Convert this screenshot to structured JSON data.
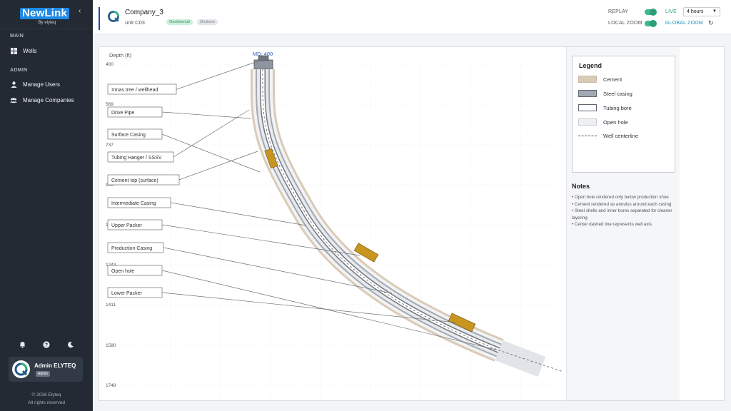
{
  "sidebar": {
    "logo_main": "NewLink",
    "logo_sub": "By elyteq",
    "collapse_icon": "chevron-left-icon",
    "main_label": "MAIN",
    "admin_label": "ADMIN",
    "items": [
      {
        "label": "Wells",
        "icon": "grid-icon"
      },
      {
        "label": "Manage Users",
        "icon": "user-icon"
      },
      {
        "label": "Manage Companies",
        "icon": "users-group-icon"
      }
    ],
    "bottom_icons": [
      "bell-icon",
      "help-icon",
      "moon-icon"
    ],
    "user": {
      "name": "Admin ELYTEQ",
      "role": "Admin"
    },
    "copyright": "© 2026 Elyteq",
    "rights": "All rights reserved"
  },
  "header": {
    "company": "Company_3",
    "unit": "unit C03",
    "tags": [
      "Geothermal",
      "Onshore"
    ],
    "replay_label": "REPLAY",
    "live_label": "LIVE",
    "range_value": "4 hours",
    "local_zoom_label": "LOCAL ZOOM",
    "global_zoom_label": "GLOBAL ZOOM",
    "refresh_icon": "refresh-icon"
  },
  "plot": {
    "depth_label": "Depth (ft)",
    "top_label": "MD: 400",
    "ticks": [
      "400",
      "569",
      "737",
      "906",
      "1074",
      "1243",
      "1411",
      "1580",
      "1748"
    ],
    "callouts": [
      "Xmas tree / wellhead",
      "Drive Pipe",
      "Surface Casing",
      "Tubing Hanger / SSSV",
      "Cement top (surface)",
      "Intermediate Casing",
      "Upper Packer",
      "Production Casing",
      "Open hole",
      "Lower Packer"
    ]
  },
  "legend": {
    "title": "Legend",
    "items": [
      {
        "label": "Cement",
        "color": "#d9cbb6"
      },
      {
        "label": "Steel casing",
        "color": "#a3a9b2"
      },
      {
        "label": "Tubing bore",
        "color": "#ffffff"
      },
      {
        "label": "Open hole",
        "color": "#eef0f3"
      },
      {
        "label": "Well centerline",
        "color": "#555555"
      }
    ]
  },
  "notes": {
    "title": "Notes",
    "items": [
      "Open hole rendered only below production shoe",
      "Cement rendered as annulus around each casing",
      "Steel shells and inner bores separated for cleaner layering",
      "Center dashed line represents well axis"
    ]
  },
  "colors": {
    "sidebar_bg": "#232a33",
    "accent": "#1e88e5",
    "toggle_on": "#3db88f",
    "link": "#1b8fbf",
    "cement": "#d9cbb6",
    "steel": "#a3a9b2",
    "packer": "#c8961e"
  }
}
